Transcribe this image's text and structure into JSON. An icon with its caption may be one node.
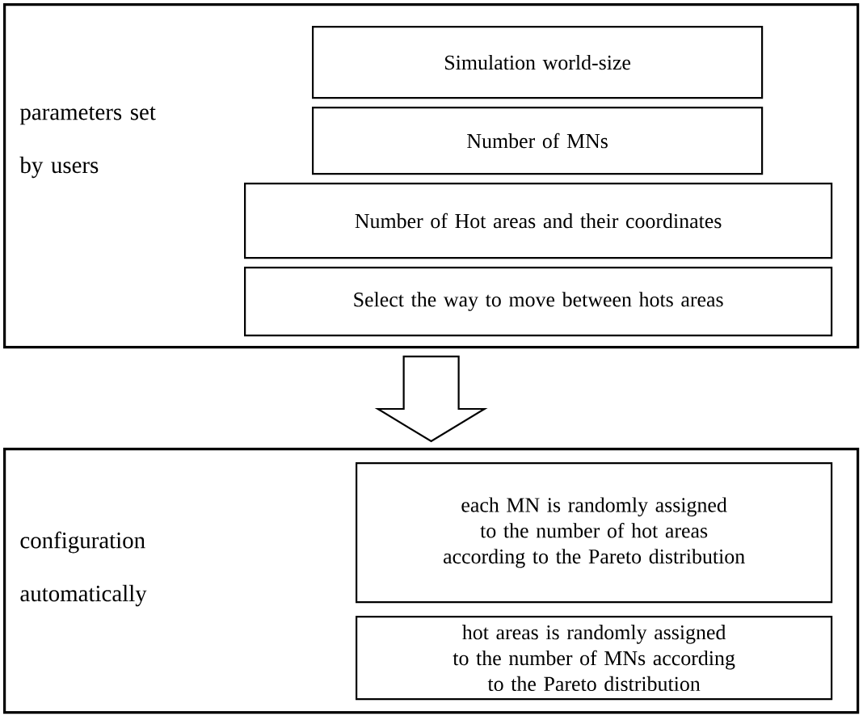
{
  "diagram": {
    "nodes": [
      {
        "text": [
          "parameters set by users"
        ]
      },
      {
        "text": [
          "Simulation world-size"
        ],
        "in": 0
      },
      {
        "text": [
          "Number of MNs"
        ],
        "in": 0
      },
      {
        "text": [
          "Number of Hot areas and their coordinates"
        ],
        "in": 0
      },
      {
        "text": [
          "Select the way to move between hots areas"
        ],
        "in": 0
      },
      {
        "text": [
          "configuration automatically"
        ]
      },
      {
        "text": [
          "each MN is randomly assigned to the number of hot areas according to the Pareto distribution"
        ],
        "in": 5
      },
      {
        "text": [
          "hot areas is randomly assigned to the number of MNs according to the Pareto distribution"
        ],
        "in": 5
      }
    ],
    "edges": [
      {
        "from": 0,
        "to": 5,
        "arrow": "to"
      }
    ]
  }
}
